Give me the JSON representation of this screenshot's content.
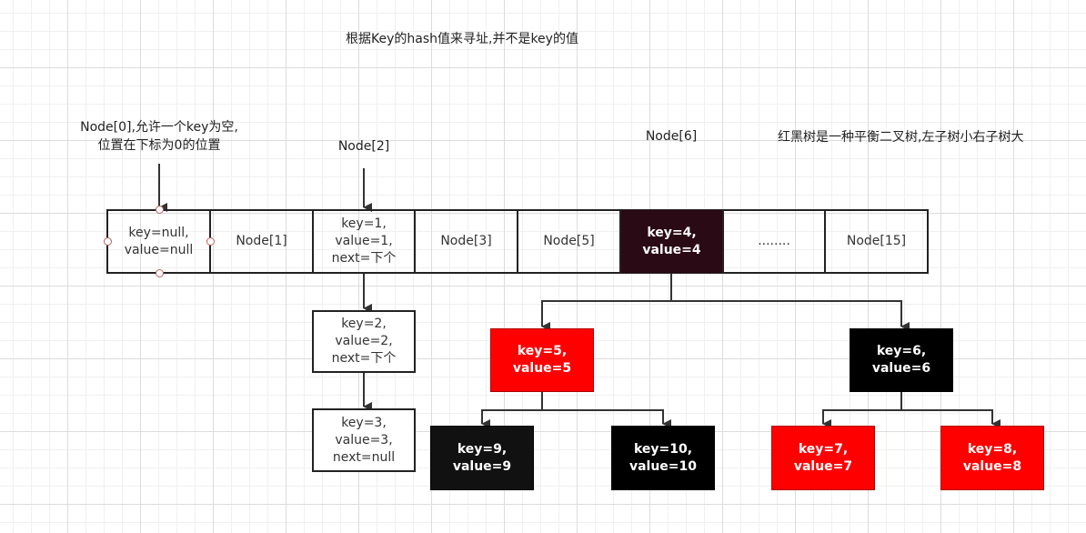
{
  "annotations": {
    "top_note": "根据Key的hash值来寻址,并不是key的值",
    "node0_note_line1": "Node[0],允许一个key为空,",
    "node0_note_line2": "位置在下标为0的位置",
    "node2_label": "Node[2]",
    "node6_label": "Node[6]",
    "rbtree_note": "红黑树是一种平衡二叉树,左子树小右子树大"
  },
  "array_cells": [
    {
      "line1": "key=null,",
      "line2": "value=null",
      "line3": ""
    },
    {
      "line1": "Node[1]",
      "line2": "",
      "line3": ""
    },
    {
      "line1": "key=1,",
      "line2": "value=1,",
      "line3": "next=下个"
    },
    {
      "line1": "Node[3]",
      "line2": "",
      "line3": ""
    },
    {
      "line1": "Node[5]",
      "line2": "",
      "line3": ""
    },
    {
      "line1": "key=4,",
      "line2": "value=4",
      "line3": ""
    },
    {
      "line1": "........",
      "line2": "",
      "line3": ""
    },
    {
      "line1": "Node[15]",
      "line2": "",
      "line3": ""
    }
  ],
  "linked_list": [
    {
      "line1": "key=2,",
      "line2": "value=2,",
      "line3": "next=下个"
    },
    {
      "line1": "key=3,",
      "line2": "value=3,",
      "line3": "next=null"
    }
  ],
  "tree_nodes": {
    "n5": {
      "line1": "key=5,",
      "line2": "value=5",
      "color": "red"
    },
    "n6": {
      "line1": "key=6,",
      "line2": "value=6",
      "color": "black"
    },
    "n9": {
      "line1": "key=9,",
      "line2": "value=9",
      "color": "black"
    },
    "n10": {
      "line1": "key=10,",
      "line2": "value=10",
      "color": "black"
    },
    "n7": {
      "line1": "key=7,",
      "line2": "value=7",
      "color": "red"
    },
    "n8": {
      "line1": "key=8,",
      "line2": "value=8",
      "color": "red"
    }
  },
  "colors": {
    "red_node": "#ff0000",
    "black_node": "#000000",
    "highlight_cell": "#2a0a14",
    "line": "#333333"
  }
}
